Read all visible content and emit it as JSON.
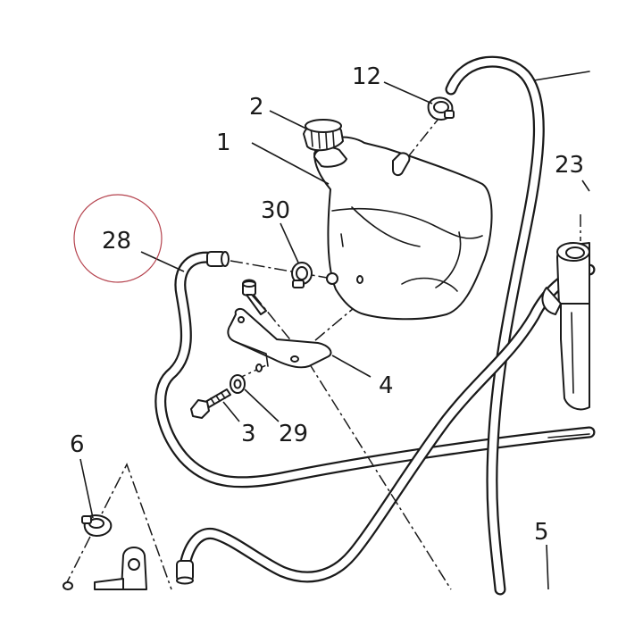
{
  "diagram": {
    "highlight_color": "#b5434e",
    "line_color": "#1a1a1a",
    "callouts": [
      {
        "id": "1",
        "text": "1"
      },
      {
        "id": "2",
        "text": "2"
      },
      {
        "id": "3",
        "text": "3"
      },
      {
        "id": "4",
        "text": "4"
      },
      {
        "id": "5",
        "text": "5"
      },
      {
        "id": "6",
        "text": "6"
      },
      {
        "id": "12",
        "text": "12"
      },
      {
        "id": "23",
        "text": "23"
      },
      {
        "id": "28",
        "text": "28",
        "highlighted": true
      },
      {
        "id": "29",
        "text": "29"
      },
      {
        "id": "30",
        "text": "30"
      }
    ]
  }
}
